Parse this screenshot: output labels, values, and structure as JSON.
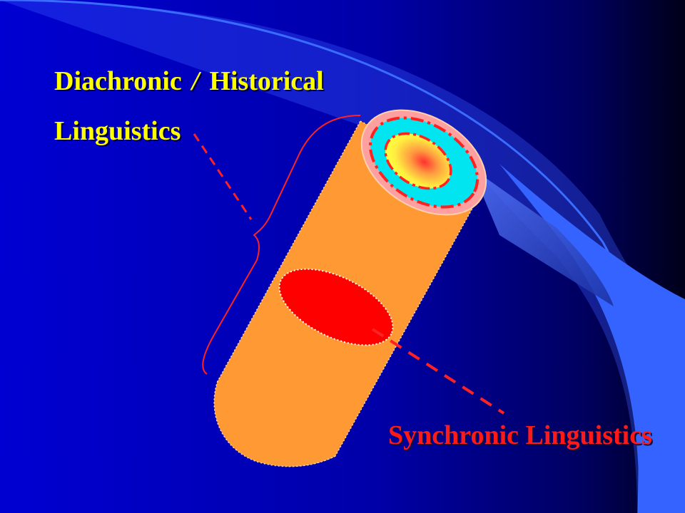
{
  "heading": {
    "line1_word1": "Diachronic",
    "line1_separator": "/",
    "line1_word2": "Historical",
    "line2": "Linguistics"
  },
  "synchronic_label": "Synchronic Linguistics",
  "colors": {
    "background": "#0000cc",
    "background_dark": "#000020",
    "sweep": "#3366ff",
    "cylinder": "#ff9933",
    "heading_text": "#ffff00",
    "synchronic_text": "#ff1a1a",
    "bracket": "#ff2222",
    "cross_section": "#ff0000",
    "ring": "#00e5f0",
    "core": "#ffff33"
  }
}
